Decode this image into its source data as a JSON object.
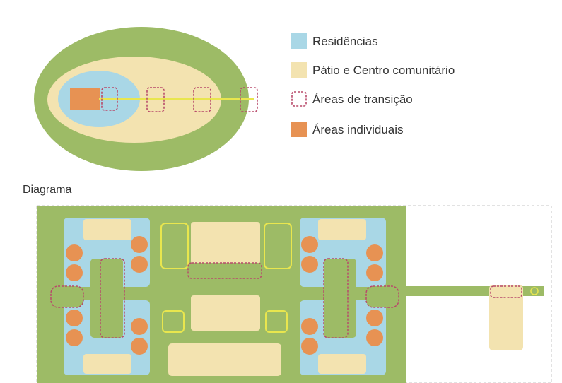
{
  "colors": {
    "green": "#9dbb66",
    "beige": "#f3e3b0",
    "blue": "#a9d7e6",
    "orange": "#e79253",
    "yellow": "#e9e64e",
    "transition": "#b84a6a",
    "outline": "#c5c5c5"
  },
  "legend": {
    "items": [
      {
        "label": "Residências",
        "swatch": "blue",
        "style": "fill"
      },
      {
        "label": "Pátio e Centro comunitário",
        "swatch": "beige",
        "style": "fill"
      },
      {
        "label": "Áreas de transição",
        "swatch": "transition",
        "style": "dashed"
      },
      {
        "label": "Áreas individuais",
        "swatch": "orange",
        "style": "fill"
      }
    ]
  },
  "diagram": {
    "label": "Diagrama"
  }
}
